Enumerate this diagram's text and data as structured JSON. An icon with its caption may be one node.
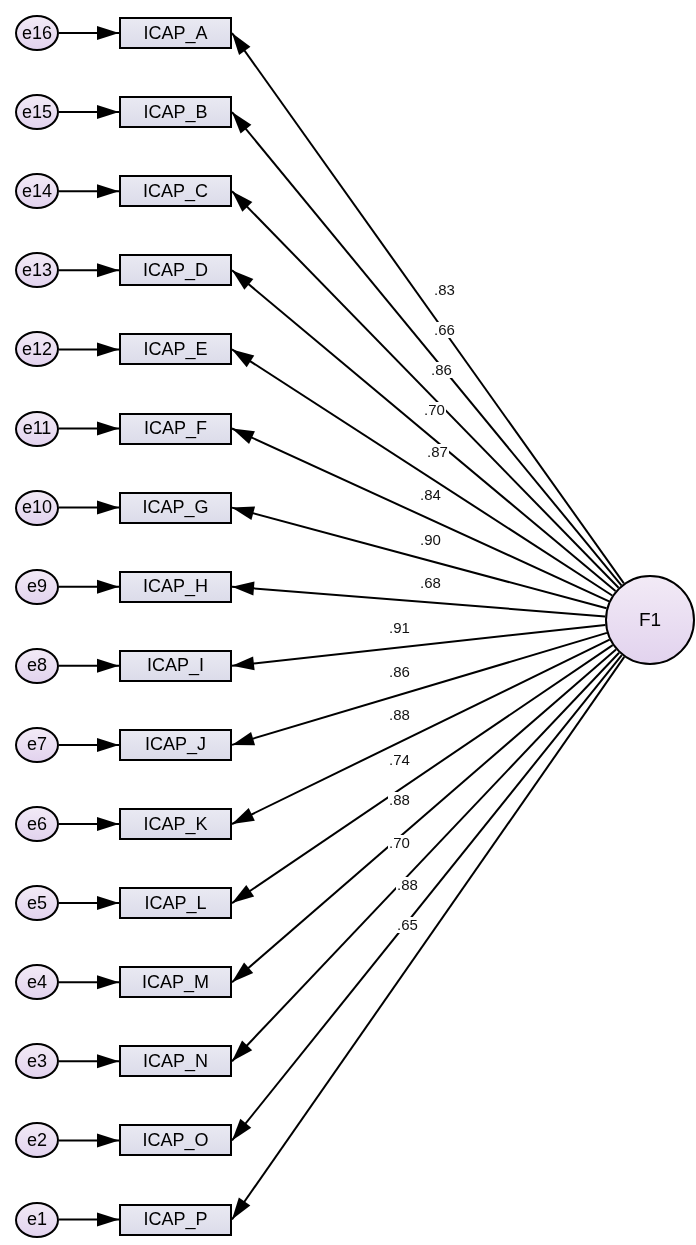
{
  "diagram": {
    "nodes": [
      {
        "text": [
          "e16"
        ]
      },
      {
        "text": [
          "ICAP_A"
        ]
      },
      {
        "text": [
          "e15"
        ]
      },
      {
        "text": [
          "ICAP_B"
        ]
      },
      {
        "text": [
          "e14"
        ]
      },
      {
        "text": [
          "ICAP_C"
        ]
      },
      {
        "text": [
          "e13"
        ]
      },
      {
        "text": [
          "ICAP_D"
        ]
      },
      {
        "text": [
          "e12"
        ]
      },
      {
        "text": [
          "ICAP_E"
        ]
      },
      {
        "text": [
          "e11"
        ]
      },
      {
        "text": [
          "ICAP_F"
        ]
      },
      {
        "text": [
          "e10"
        ]
      },
      {
        "text": [
          "ICAP_G"
        ]
      },
      {
        "text": [
          "e9"
        ]
      },
      {
        "text": [
          "ICAP_H"
        ]
      },
      {
        "text": [
          "e8"
        ]
      },
      {
        "text": [
          "ICAP_I"
        ]
      },
      {
        "text": [
          "e7"
        ]
      },
      {
        "text": [
          "ICAP_J"
        ]
      },
      {
        "text": [
          "e6"
        ]
      },
      {
        "text": [
          "ICAP_K"
        ]
      },
      {
        "text": [
          "e5"
        ]
      },
      {
        "text": [
          "ICAP_L"
        ]
      },
      {
        "text": [
          "e4"
        ]
      },
      {
        "text": [
          "ICAP_M"
        ]
      },
      {
        "text": [
          "e3"
        ]
      },
      {
        "text": [
          "ICAP_N"
        ]
      },
      {
        "text": [
          "e2"
        ]
      },
      {
        "text": [
          "ICAP_O"
        ]
      },
      {
        "text": [
          "e1"
        ]
      },
      {
        "text": [
          "ICAP_P"
        ]
      },
      {
        "text": [
          "F1"
        ]
      }
    ],
    "edges": [
      {
        "from": 0,
        "to": 1,
        "arrow": "to"
      },
      {
        "from": 2,
        "to": 3,
        "arrow": "to"
      },
      {
        "from": 4,
        "to": 5,
        "arrow": "to"
      },
      {
        "from": 6,
        "to": 7,
        "arrow": "to"
      },
      {
        "from": 8,
        "to": 9,
        "arrow": "to"
      },
      {
        "from": 10,
        "to": 11,
        "arrow": "to"
      },
      {
        "from": 12,
        "to": 13,
        "arrow": "to"
      },
      {
        "from": 14,
        "to": 15,
        "arrow": "to"
      },
      {
        "from": 16,
        "to": 17,
        "arrow": "to"
      },
      {
        "from": 18,
        "to": 19,
        "arrow": "to"
      },
      {
        "from": 20,
        "to": 21,
        "arrow": "to"
      },
      {
        "from": 22,
        "to": 23,
        "arrow": "to"
      },
      {
        "from": 24,
        "to": 25,
        "arrow": "to"
      },
      {
        "from": 26,
        "to": 27,
        "arrow": "to"
      },
      {
        "from": 28,
        "to": 29,
        "arrow": "to"
      },
      {
        "from": 30,
        "to": 31,
        "arrow": "to"
      },
      {
        "from": 32,
        "to": 1,
        "arrow": "to",
        "label": ".83"
      },
      {
        "from": 32,
        "to": 3,
        "arrow": "to",
        "label": ".66"
      },
      {
        "from": 32,
        "to": 5,
        "arrow": "to",
        "label": ".86"
      },
      {
        "from": 32,
        "to": 7,
        "arrow": "to",
        "label": ".70"
      },
      {
        "from": 32,
        "to": 9,
        "arrow": "to",
        "label": ".87"
      },
      {
        "from": 32,
        "to": 11,
        "arrow": "to",
        "label": ".84"
      },
      {
        "from": 32,
        "to": 13,
        "arrow": "to",
        "label": ".90"
      },
      {
        "from": 32,
        "to": 15,
        "arrow": "to",
        "label": ".68"
      },
      {
        "from": 32,
        "to": 17,
        "arrow": "to",
        "label": ".91"
      },
      {
        "from": 32,
        "to": 19,
        "arrow": "to",
        "label": ".86"
      },
      {
        "from": 32,
        "to": 21,
        "arrow": "to",
        "label": ".88"
      },
      {
        "from": 32,
        "to": 23,
        "arrow": "to",
        "label": ".74"
      },
      {
        "from": 32,
        "to": 25,
        "arrow": "to",
        "label": ".88"
      },
      {
        "from": 32,
        "to": 27,
        "arrow": "to",
        "label": ".70"
      },
      {
        "from": 32,
        "to": 29,
        "arrow": "to",
        "label": ".88"
      },
      {
        "from": 32,
        "to": 31,
        "arrow": "to",
        "label": ".65"
      }
    ]
  }
}
